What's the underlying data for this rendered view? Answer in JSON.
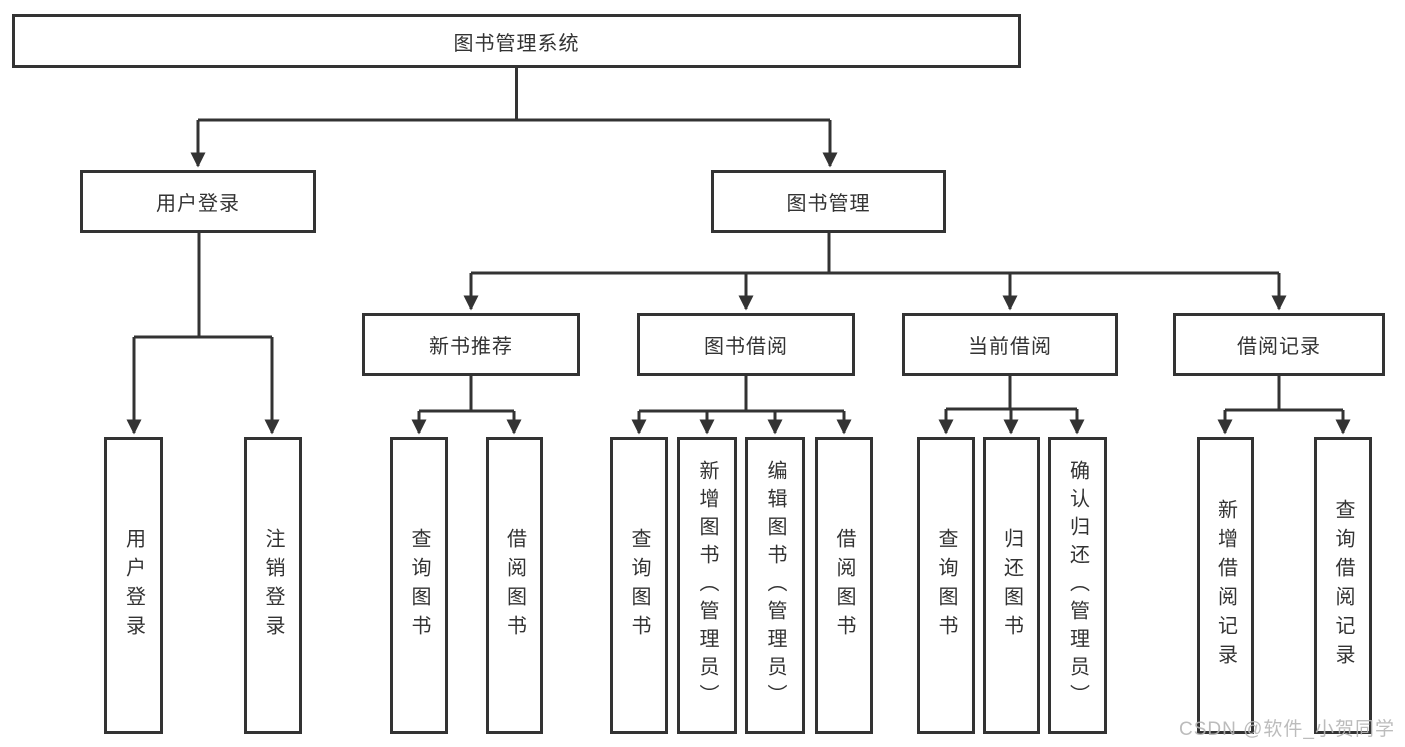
{
  "root": {
    "label": "图书管理系统"
  },
  "user_login": {
    "label": "用户登录",
    "children": [
      {
        "label": "用户登录"
      },
      {
        "label": "注销登录"
      }
    ]
  },
  "book_management": {
    "label": "图书管理",
    "sections": [
      {
        "label": "新书推荐",
        "children": [
          {
            "label": "查询图书"
          },
          {
            "label": "借阅图书"
          }
        ]
      },
      {
        "label": "图书借阅",
        "children": [
          {
            "label": "查询图书"
          },
          {
            "label": "新增图书（管理员）"
          },
          {
            "label": "编辑图书（管理员）"
          },
          {
            "label": "借阅图书"
          }
        ]
      },
      {
        "label": "当前借阅",
        "children": [
          {
            "label": "查询图书"
          },
          {
            "label": "归还图书"
          },
          {
            "label": "确认归还（管理员）"
          }
        ]
      },
      {
        "label": "借阅记录",
        "children": [
          {
            "label": "新增借阅记录"
          },
          {
            "label": "查询借阅记录"
          }
        ]
      }
    ]
  },
  "watermark": "CSDN @软件_小贺同学",
  "colors": {
    "line": "#333333",
    "box_border": "#333333",
    "text": "#333333",
    "watermark": "#b5b5b5",
    "background": "#ffffff"
  }
}
